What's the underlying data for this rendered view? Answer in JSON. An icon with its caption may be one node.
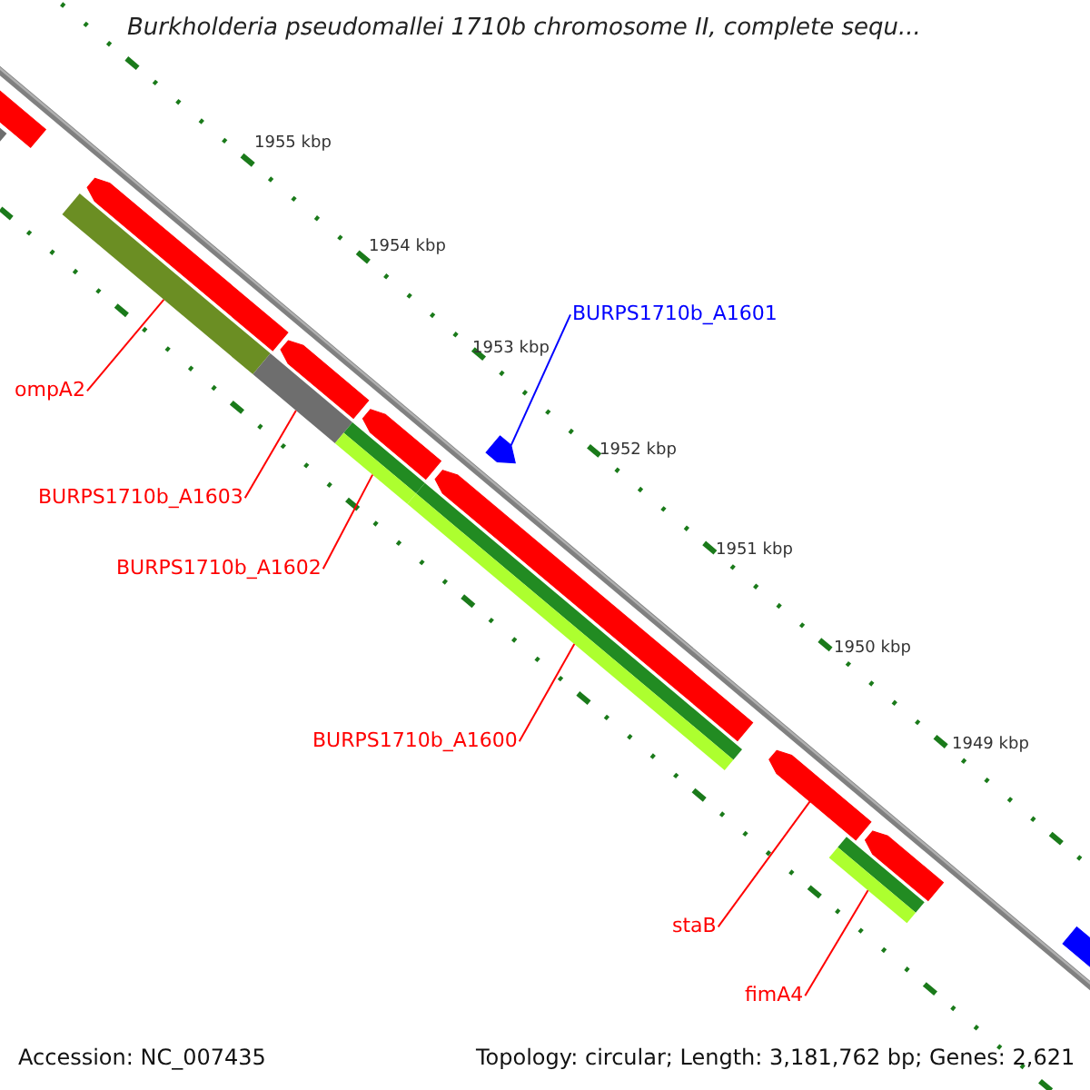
{
  "diagram": {
    "title": "Burkholderia pseudomallei 1710b chromosome II, complete sequ...",
    "nodes": [
      {
        "text": [
          "ompA2"
        ]
      },
      {
        "text": [],
        "shape": "bar"
      },
      {
        "text": [
          "BURPS1710b_A1601"
        ]
      },
      {
        "text": [],
        "shape": "arrow"
      },
      {
        "text": [
          "BURPS1710b_A1603"
        ]
      },
      {
        "text": [],
        "shape": "bar"
      },
      {
        "text": [
          "BURPS1710b_A1602"
        ]
      },
      {
        "text": [],
        "shape": "bar"
      },
      {
        "text": [
          "BURPS1710b_A1600"
        ]
      },
      {
        "text": [],
        "shape": "bar"
      },
      {
        "text": [
          "staB"
        ]
      },
      {
        "text": [],
        "shape": "arrow"
      },
      {
        "text": [
          "fimA4"
        ]
      },
      {
        "text": [],
        "shape": "bar"
      },
      {
        "text": [],
        "shape": "arrow"
      },
      {
        "text": [],
        "shape": "bar"
      },
      {
        "text": [],
        "shape": "arrow"
      },
      {
        "text": [],
        "shape": "arrow"
      },
      {
        "text": [],
        "shape": "arrow"
      },
      {
        "text": [],
        "shape": "arrow"
      },
      {
        "text": [],
        "shape": "arrow"
      },
      {
        "text": [],
        "shape": "arrow"
      }
    ],
    "edges": [
      {
        "from": 0,
        "to": 1,
        "arrow": "none"
      },
      {
        "from": 2,
        "to": 3,
        "arrow": "none",
        "color": "#0000ff"
      },
      {
        "from": 4,
        "to": 5,
        "arrow": "none"
      },
      {
        "from": 6,
        "to": 7,
        "arrow": "none"
      },
      {
        "from": 8,
        "to": 9,
        "arrow": "none"
      },
      {
        "from": 10,
        "to": 11,
        "arrow": "none"
      },
      {
        "from": 12,
        "to": 13,
        "arrow": "none"
      }
    ],
    "labels": [
      "1955 kbp",
      "1954 kbp",
      "1953 kbp",
      "1952 kbp",
      "1951 kbp",
      "1950 kbp",
      "1949 kbp",
      "Accession: NC_007435",
      "Topology: circular; Length: 3,181,762 bp; Genes: 2,621"
    ]
  }
}
